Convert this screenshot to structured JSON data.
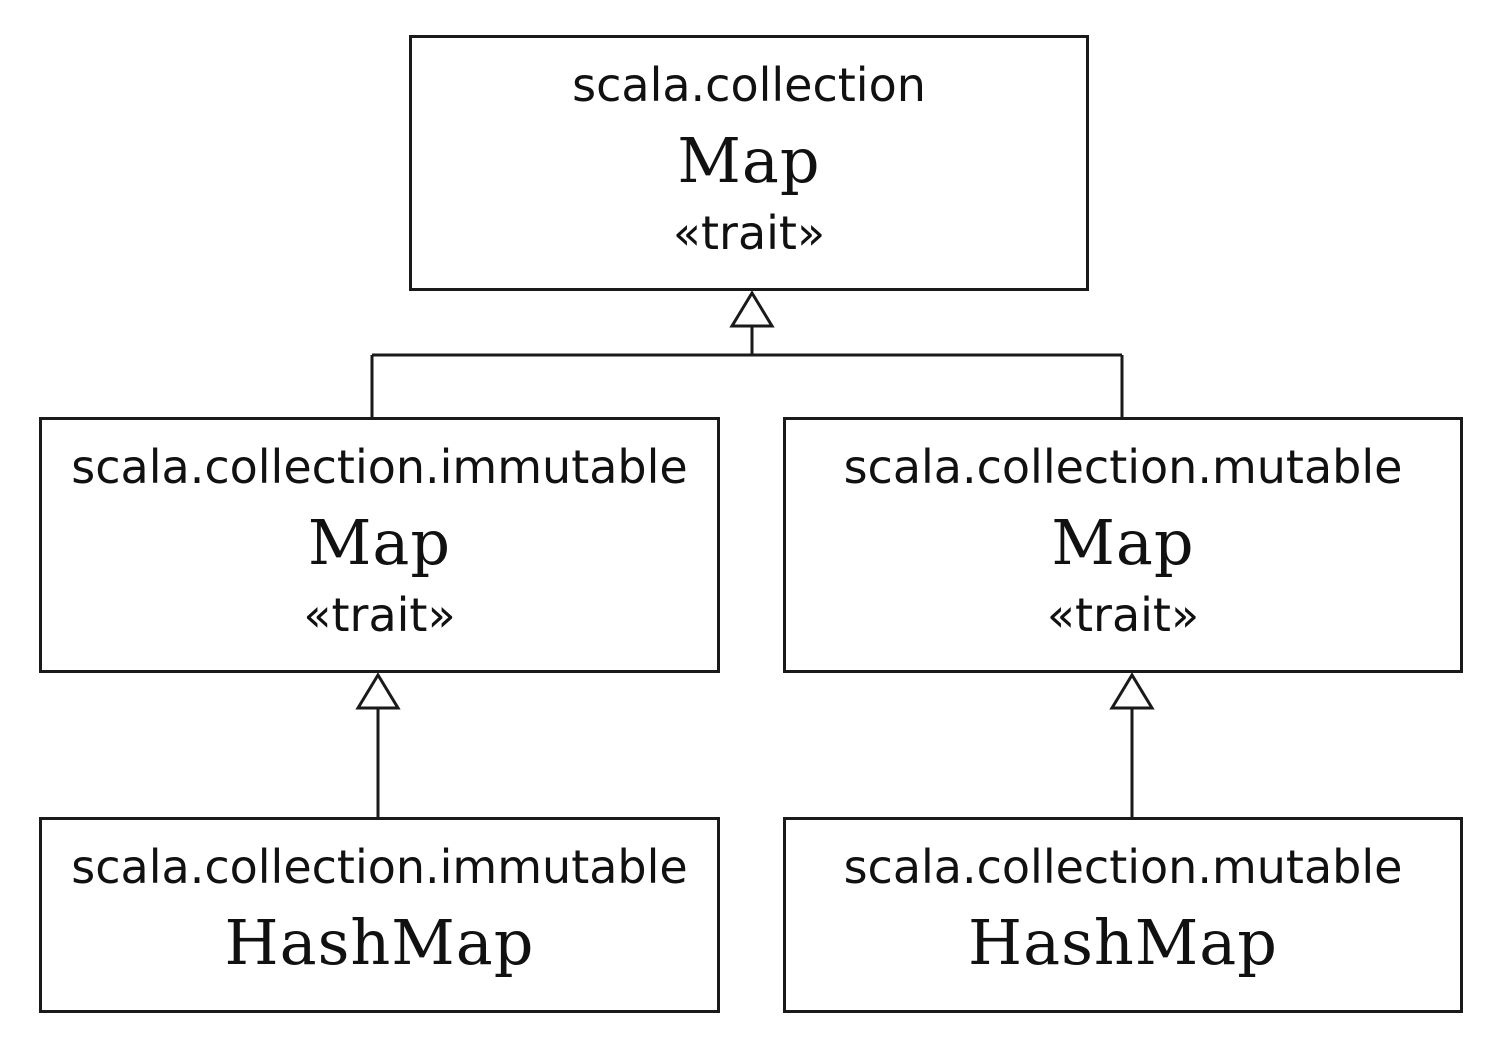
{
  "nodes": {
    "root": {
      "package": "scala.collection",
      "name": "Map",
      "stereotype": "«trait»"
    },
    "immutable_map": {
      "package": "scala.collection.immutable",
      "name": "Map",
      "stereotype": "«trait»"
    },
    "mutable_map": {
      "package": "scala.collection.mutable",
      "name": "Map",
      "stereotype": "«trait»"
    },
    "immutable_hashmap": {
      "package": "scala.collection.immutable",
      "name": "HashMap"
    },
    "mutable_hashmap": {
      "package": "scala.collection.mutable",
      "name": "HashMap"
    }
  },
  "edges": [
    {
      "from": "immutable_map",
      "to": "root",
      "type": "generalization"
    },
    {
      "from": "mutable_map",
      "to": "root",
      "type": "generalization"
    },
    {
      "from": "immutable_hashmap",
      "to": "immutable_map",
      "type": "generalization"
    },
    {
      "from": "mutable_hashmap",
      "to": "mutable_map",
      "type": "generalization"
    }
  ]
}
